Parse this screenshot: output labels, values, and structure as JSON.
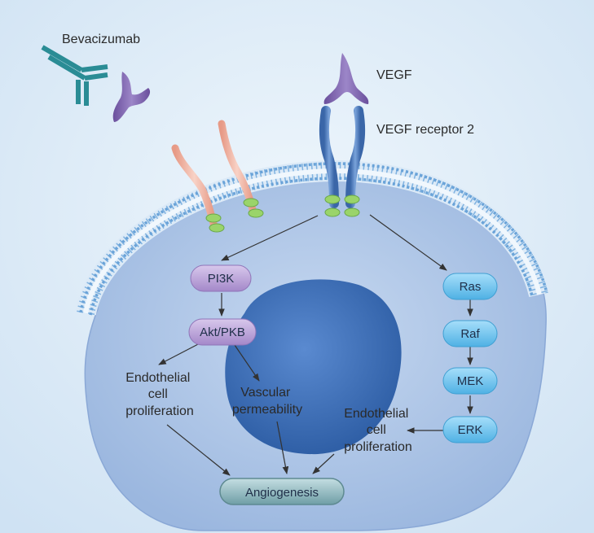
{
  "labels": {
    "drug": "Bevacizumab",
    "ligand": "VEGF",
    "receptor": "VEGF receptor 2",
    "pi3k": "PI3K",
    "akt": "Akt/PKB",
    "prolif_left": [
      "Endothelial",
      "cell",
      "proliferation"
    ],
    "permeability": [
      "Vascular",
      "permeability"
    ],
    "prolif_right": [
      "Endothelial",
      "cell",
      "proliferation"
    ],
    "ras": "Ras",
    "raf": "Raf",
    "mek": "MEK",
    "erk": "ERK",
    "outcome": "Angiogenesis"
  },
  "colors": {
    "background": "#dbeaf6",
    "cell": "#b7cdeb",
    "nucleus": "#3f6fb4",
    "membrane": "#6fa7da",
    "pi3k_pathway": "#b59bd4",
    "ras_pathway": "#6ec2ec",
    "antibody": "#2a8c95",
    "vegf": "#7d63aa",
    "receptor": "#4a78b6",
    "outcome": "#6fa0a8"
  }
}
